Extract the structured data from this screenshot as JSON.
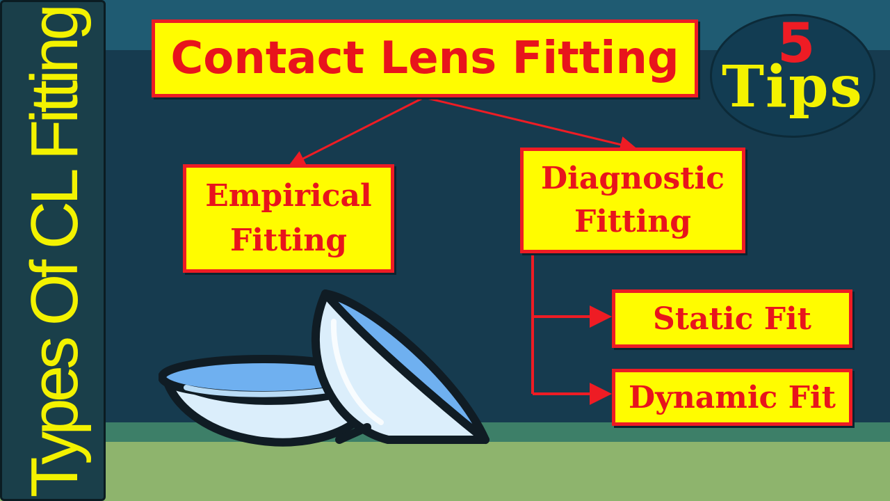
{
  "sidebar": {
    "title": "Types Of CL Fitting"
  },
  "header": {
    "title": "Contact Lens Fitting"
  },
  "badge": {
    "number": "5",
    "label": "Tips"
  },
  "nodes": {
    "empirical": {
      "line1": "Empirical",
      "line2": "Fitting"
    },
    "diagnostic": {
      "line1": "Diagnostic",
      "line2": "Fitting"
    },
    "static": {
      "label": "Static Fit"
    },
    "dynamic": {
      "label": "Dynamic Fit"
    }
  },
  "colors": {
    "box_fill": "#fffc00",
    "box_border": "#ee1c24",
    "box_text": "#e8141c",
    "sidebar_text": "#f3f200",
    "badge_number": "#ee1c24",
    "badge_label": "#f3f200",
    "lens_fill": "#dbeefb",
    "lens_accent": "#6fb0f0"
  },
  "icons": {
    "illustration": "contact-lenses-icon"
  }
}
